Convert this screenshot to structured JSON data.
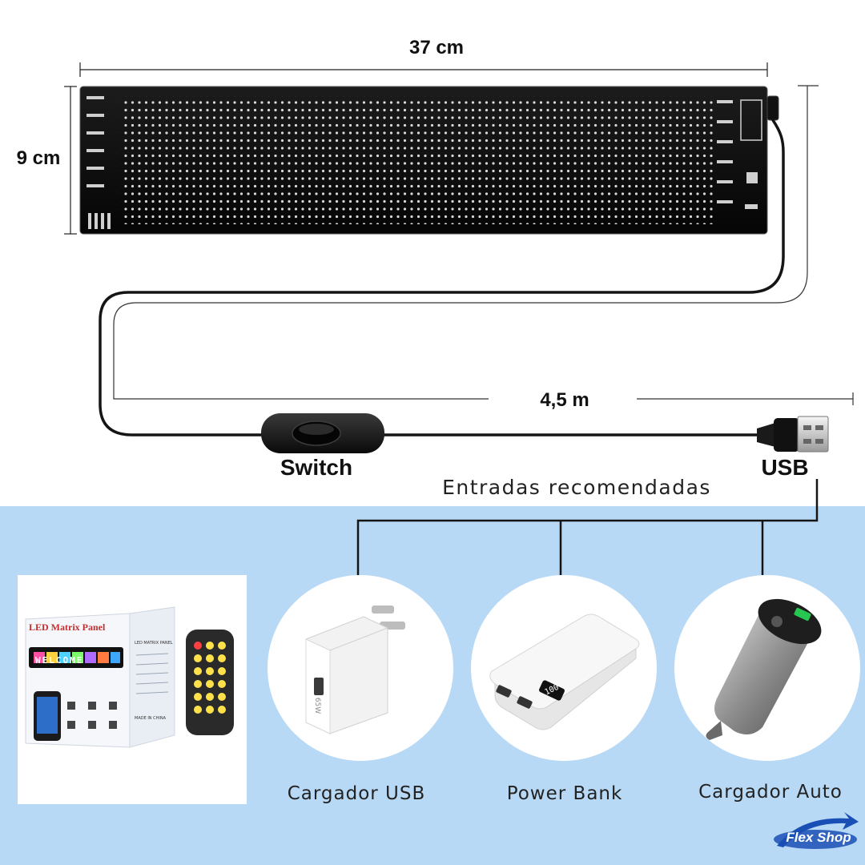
{
  "dimensions": {
    "width": "37 cm",
    "height": "9 cm",
    "cable": "4,5 m"
  },
  "labels": {
    "switch": "Switch",
    "usb": "USB",
    "section_title": "Entradas recomendadas"
  },
  "inputs": [
    {
      "name": "Cargador USB",
      "icon": "usb-wall-charger-icon"
    },
    {
      "name": "Power Bank",
      "icon": "power-bank-icon"
    },
    {
      "name": "Cargador Auto",
      "icon": "car-charger-icon"
    }
  ],
  "package": {
    "brand_title": "LED Matrix Panel",
    "panel_text": "WELCOME",
    "side_title": "LED MATRIX PANEL",
    "made_in": "MADE IN CHINA"
  },
  "power_bank_display": "100",
  "charger_label": "65W",
  "logo": "Flex Shop",
  "colors": {
    "background_bottom": "#b8d9f5",
    "panel": "#0c0c0c",
    "led": "#d8d8d8",
    "logo": "#1a4fb5"
  }
}
